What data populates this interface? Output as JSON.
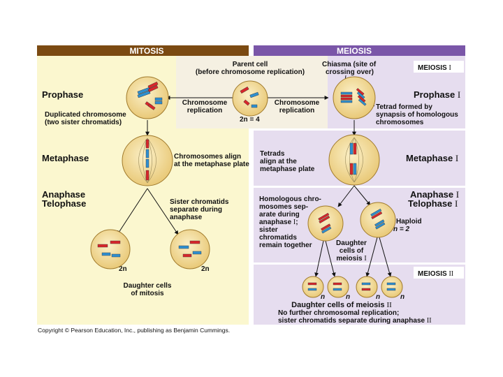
{
  "headers": {
    "mitosis": "MITOSIS",
    "meiosis": "MEIOSIS"
  },
  "colors": {
    "mitosis_bg": "#fbf7cf",
    "meiosis_bg": "#e6ddef",
    "mitosis_header": "#7b4a12",
    "meiosis_header": "#7a56a8",
    "chrom_red": "#d8262b",
    "chrom_blue": "#2f8fd0",
    "cell_fill": "#f4e3ad"
  },
  "labels": {
    "parent_cell_1": "Parent cell",
    "parent_cell_2": "(before chromosome replication)",
    "chiasma_1": "Chiasma (site of",
    "chiasma_2": "crossing over)",
    "meiosis_1_tag": "MEIOSIS",
    "roman_1": "I",
    "roman_2": "II",
    "prophase": "Prophase",
    "dup_chrom_1": "Duplicated chromosome",
    "dup_chrom_2": "(two sister chromatids)",
    "chrom_rep_1": "Chromosome",
    "chrom_rep_2": "replication",
    "two_n_four": "2n = 4",
    "tetrad_1": "Tetrad formed by",
    "tetrad_2": "synapsis of homologous",
    "tetrad_3": "chromosomes",
    "metaphase": "Metaphase",
    "chrom_align_1": "Chromosomes align",
    "chrom_align_2": "at the metaphase plate",
    "tetrads_align_1": "Tetrads",
    "tetrads_align_2": "align at the",
    "tetrads_align_3": "metaphase plate",
    "anaphase": "Anaphase",
    "telophase": "Telophase",
    "sister_sep_1": "Sister chromatids",
    "sister_sep_2": "separate during",
    "sister_sep_3": "anaphase",
    "homologous_1": "Homologous chro-",
    "homologous_2": "mosomes sep-",
    "homologous_3": "arate during",
    "homologous_4": "anaphase",
    "homologous_5": "sister",
    "homologous_6": "chromatids",
    "homologous_7": "remain together",
    "haploid_1": "Haploid",
    "haploid_2": "n = 2",
    "daughter_m1_1": "Daughter",
    "daughter_m1_2": "cells of",
    "daughter_m1_3": "meiosis",
    "two_n": "2n",
    "n": "n",
    "daughter_mitosis_1": "Daughter cells",
    "daughter_mitosis_2": "of mitosis",
    "daughter_m2": "Daughter cells of meiosis",
    "no_further_1": "No further chromosomal replication;",
    "no_further_2": "sister chromatids separate during anaphase"
  },
  "copyright": "Copyright © Pearson Education, Inc., publishing as Benjamin Cummings."
}
